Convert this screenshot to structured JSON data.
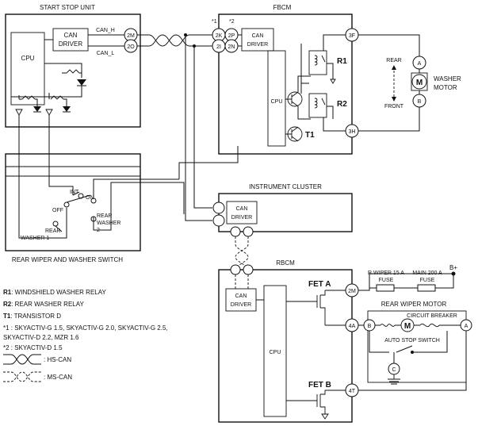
{
  "units": {
    "start_stop_unit": "START STOP UNIT",
    "fbcm": "FBCM",
    "instrument_cluster": "INSTRUMENT CLUSTER",
    "rbcm": "RBCM",
    "rear_wiper_washer_switch": "REAR WIPER AND WASHER SWITCH",
    "rear_wiper_motor": "REAR WIPER MOTOR",
    "washer_motor_line1": "WASHER",
    "washer_motor_line2": "MOTOR"
  },
  "labels": {
    "cpu": "CPU",
    "can": "CAN",
    "driver": "DRIVER",
    "can_h": "CAN_H",
    "can_l": "CAN_L",
    "r1": "R1",
    "r2": "R2",
    "t1": "T1",
    "rear": "REAR",
    "front": "FRONT",
    "fet_a": "FET A",
    "fet_b": "FET B",
    "circuit_breaker": "CIRCUIT BREAKER",
    "auto_stop_switch": "AUTO STOP SWITCH",
    "b_plus": "B+",
    "fuse_rwiper_line1": "R.WIPER 15 A",
    "fuse_rwiper_line2": "FUSE",
    "fuse_main_line1": "MAIN 200 A",
    "fuse_main_line2": "FUSE",
    "sw_off": "OFF",
    "sw_int": "INT",
    "sw_on": "ON",
    "rear_washer1_line1": "REAR",
    "rear_washer1_line2": "WASHER 1",
    "rear_washer2_line1": "REAR",
    "rear_washer2_line2": "WASHER",
    "rear_washer2_line3": "2",
    "note1": "*1",
    "note2": "*2",
    "motor_m": "M"
  },
  "terminals": {
    "ssu_2M": "2M",
    "ssu_2O": "2O",
    "fb_2K": "2K",
    "fb_2P": "2P",
    "fb_2I": "2I",
    "fb_2N": "2N",
    "fb_3F": "3F",
    "fb_3H": "3H",
    "wm_A": "A",
    "wm_B": "B",
    "rb_2M": "2M",
    "rb_4A": "4A",
    "rb_4T": "4T",
    "rw_B": "B",
    "rw_A": "A",
    "rw_C": "C"
  },
  "legend": {
    "r1_key": "R1",
    "r1_text": ": WINDSHIELD WASHER RELAY",
    "r2_key": "R2",
    "r2_text": ": REAR WASHER RELAY",
    "t1_key": "T1",
    "t1_text": ": TRANSISTOR D",
    "n1_line1": "*1 : SKYACTIV-G 1.5, SKYACTIV-G 2.0, SKYACTIV-G 2.5,",
    "n1_line2": "SKYACTIV-D 2.2, MZR 1.6",
    "n2_line": "*2 : SKYACTIV-D 1.5",
    "hs_can": ": HS-CAN",
    "ms_can": ": MS-CAN"
  }
}
